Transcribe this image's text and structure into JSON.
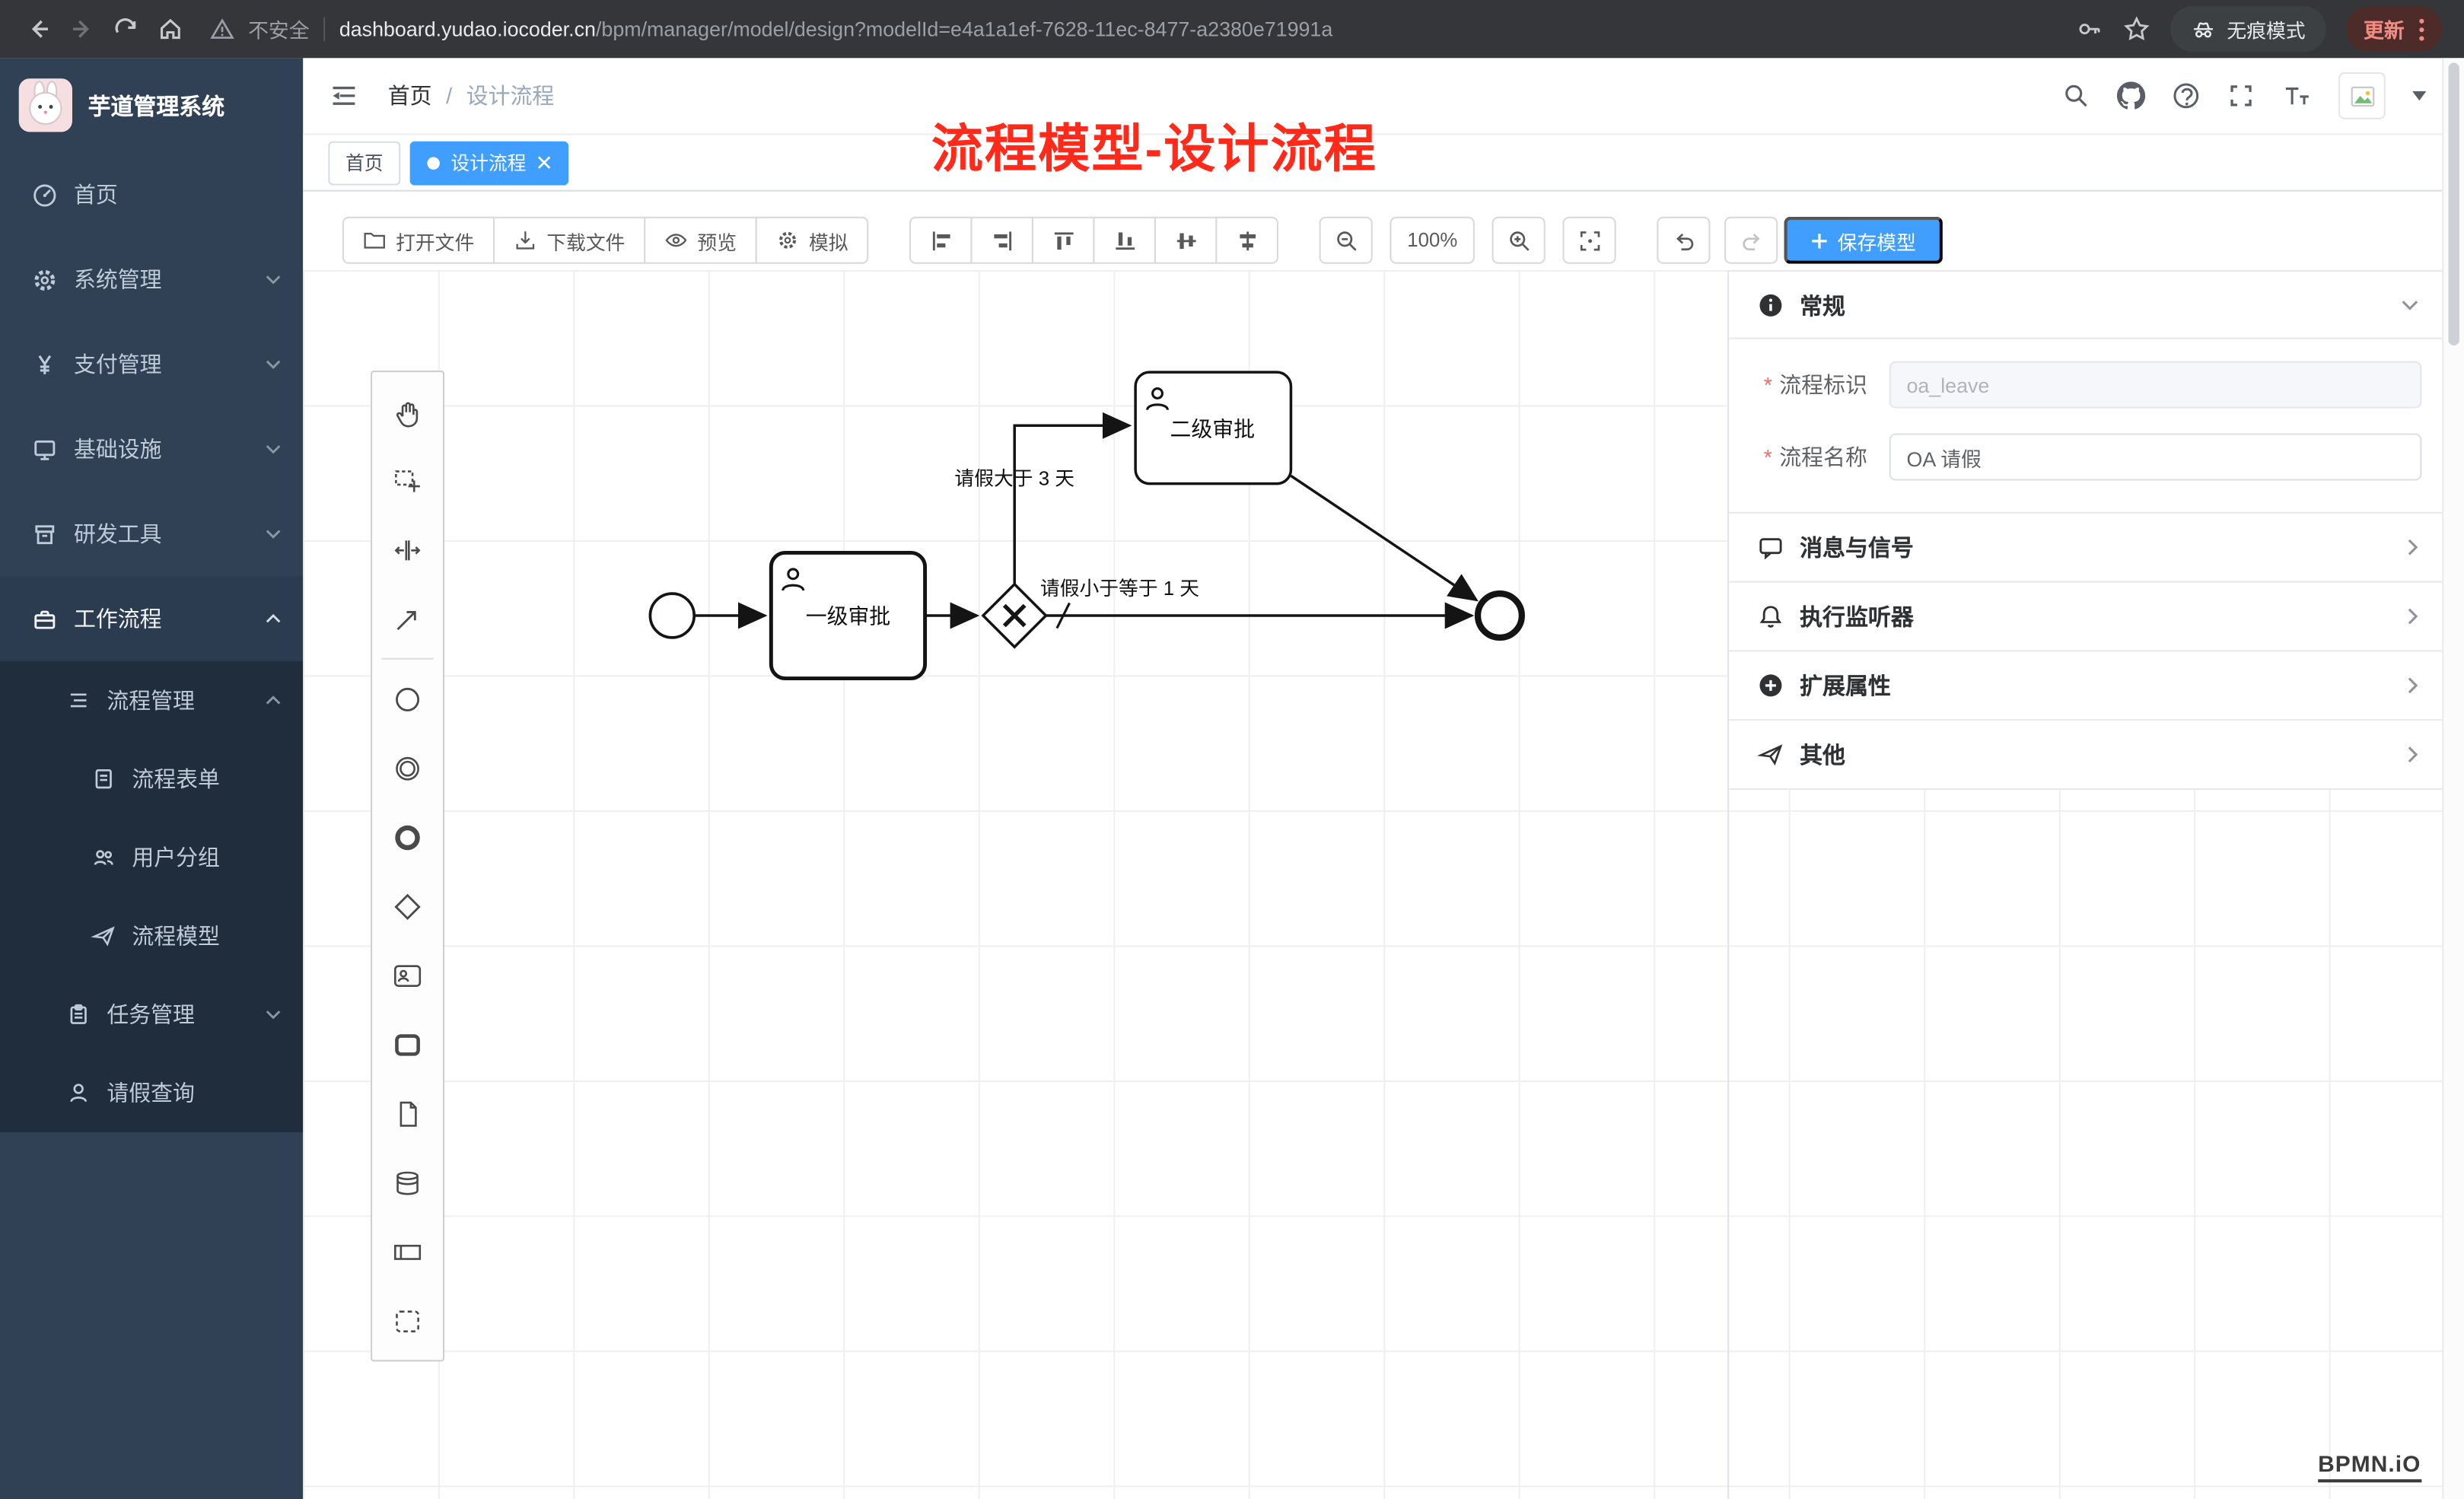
{
  "browser": {
    "security_label": "不安全",
    "url_domain": "dashboard.yudao.iocoder.cn",
    "url_path": "/bpm/manager/model/design?modelId=e4a1a1ef-7628-11ec-8477-a2380e71991a",
    "incognito_label": "无痕模式",
    "update_label": "更新"
  },
  "sidebar": {
    "app_title": "芋道管理系统",
    "items": [
      {
        "label": "首页",
        "icon": "dashboard-icon"
      },
      {
        "label": "系统管理",
        "icon": "gear-icon"
      },
      {
        "label": "支付管理",
        "icon": "yen-icon"
      },
      {
        "label": "基础设施",
        "icon": "infrastructure-icon"
      },
      {
        "label": "研发工具",
        "icon": "tools-icon"
      },
      {
        "label": "工作流程",
        "icon": "briefcase-icon"
      },
      {
        "label": "流程管理",
        "icon": "list-icon"
      },
      {
        "label": "流程表单",
        "icon": "form-icon"
      },
      {
        "label": "用户分组",
        "icon": "user-group-icon"
      },
      {
        "label": "流程模型",
        "icon": "paper-plane-icon"
      },
      {
        "label": "任务管理",
        "icon": "clipboard-icon"
      },
      {
        "label": "请假查询",
        "icon": "user-icon"
      }
    ]
  },
  "header": {
    "breadcrumb_home": "首页",
    "breadcrumb_sep": "/",
    "breadcrumb_current": "设计流程"
  },
  "annotation": {
    "text": "流程模型-设计流程",
    "color": "#ff2a1a"
  },
  "tabs": {
    "first_label": "首页",
    "active_label": "设计流程"
  },
  "toolbar": {
    "open_label": "打开文件",
    "download_label": "下载文件",
    "preview_label": "预览",
    "simulate_label": "模拟",
    "zoom_level": "100%",
    "save_label": "保存模型",
    "align_icons": [
      "align-left",
      "align-right",
      "align-top",
      "align-bottom",
      "align-center-horizontal",
      "align-center-vertical"
    ],
    "zoom_icons": [
      "zoom-out",
      "zoom-in",
      "zoom-reset"
    ],
    "history_icons": [
      "undo",
      "redo",
      "restart"
    ]
  },
  "palette": {
    "tools": [
      "hand-tool",
      "lasso-tool",
      "space-tool",
      "global-connect-tool"
    ],
    "elements": [
      "start-event",
      "intermediate-event",
      "end-event",
      "exclusive-gateway",
      "user-task",
      "call-activity",
      "data-object",
      "data-store",
      "participant",
      "group"
    ]
  },
  "diagram": {
    "task1_label": "一级审批",
    "task2_label": "二级审批",
    "flow_gt_label": "请假大于 3 天",
    "flow_le_label": "请假小于等于 1 天"
  },
  "panel": {
    "general_title": "常规",
    "required_mark": "*",
    "process_key_label": "流程标识",
    "process_key_value": "oa_leave",
    "process_name_label": "流程名称",
    "process_name_value": "OA 请假",
    "message_title": "消息与信号",
    "listener_title": "执行监听器",
    "extension_title": "扩展属性",
    "other_title": "其他"
  },
  "watermark": {
    "label": "BPMN.iO"
  },
  "colors": {
    "primary": "#409eff",
    "annotation_red": "#ff2a1a",
    "sidebar_bg": "#304156",
    "sidebar_sub_bg": "#1f2d3d",
    "chrome_bg": "#35363a",
    "update_chip_text": "#f28b82"
  }
}
